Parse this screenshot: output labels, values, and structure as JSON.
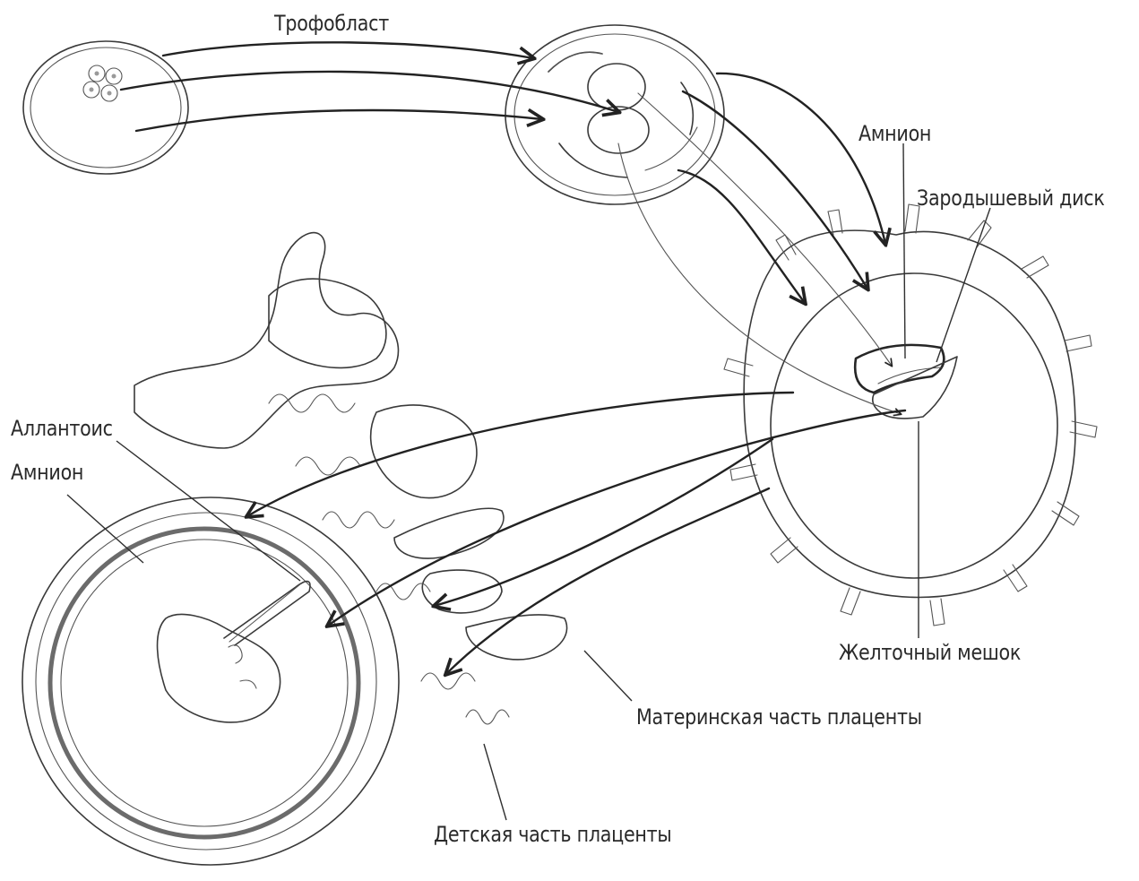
{
  "labels": {
    "trophoblast": "Трофобласт",
    "amnion_top": "Амнион",
    "embryonic_disc": "Зародышевый диск",
    "allantois": "Аллантоис",
    "amnion_left": "Амнион",
    "yolk_sac": "Желточный мешок",
    "maternal_placenta": "Материнская часть плаценты",
    "fetal_placenta": "Детская часть плаценты"
  },
  "colors": {
    "ink": "#3a3a3a",
    "membrane": "#6b6b6b",
    "background": "#ffffff"
  }
}
